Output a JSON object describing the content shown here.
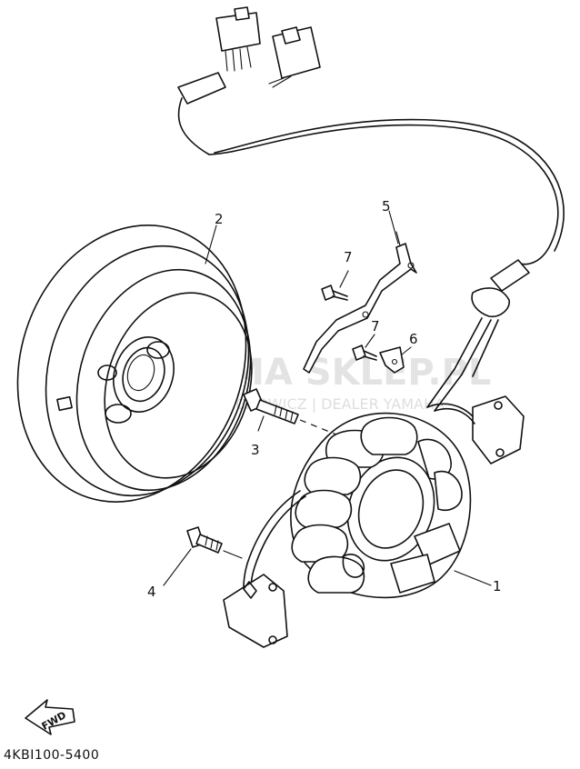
{
  "diagram": {
    "part_callouts": [
      {
        "id": "1",
        "label": "1"
      },
      {
        "id": "2",
        "label": "2"
      },
      {
        "id": "3",
        "label": "3"
      },
      {
        "id": "4",
        "label": "4"
      },
      {
        "id": "5",
        "label": "5"
      },
      {
        "id": "6",
        "label": "6"
      },
      {
        "id": "7a",
        "label": "7"
      },
      {
        "id": "7b",
        "label": "7"
      }
    ],
    "drawing_code": "4KBI100-5400",
    "fwd_label": "FWD",
    "watermark": {
      "text": "YAMA SKLEP.PL",
      "subtext": "WOJCIECHOWICZ | DEALER YAMAHA"
    }
  }
}
